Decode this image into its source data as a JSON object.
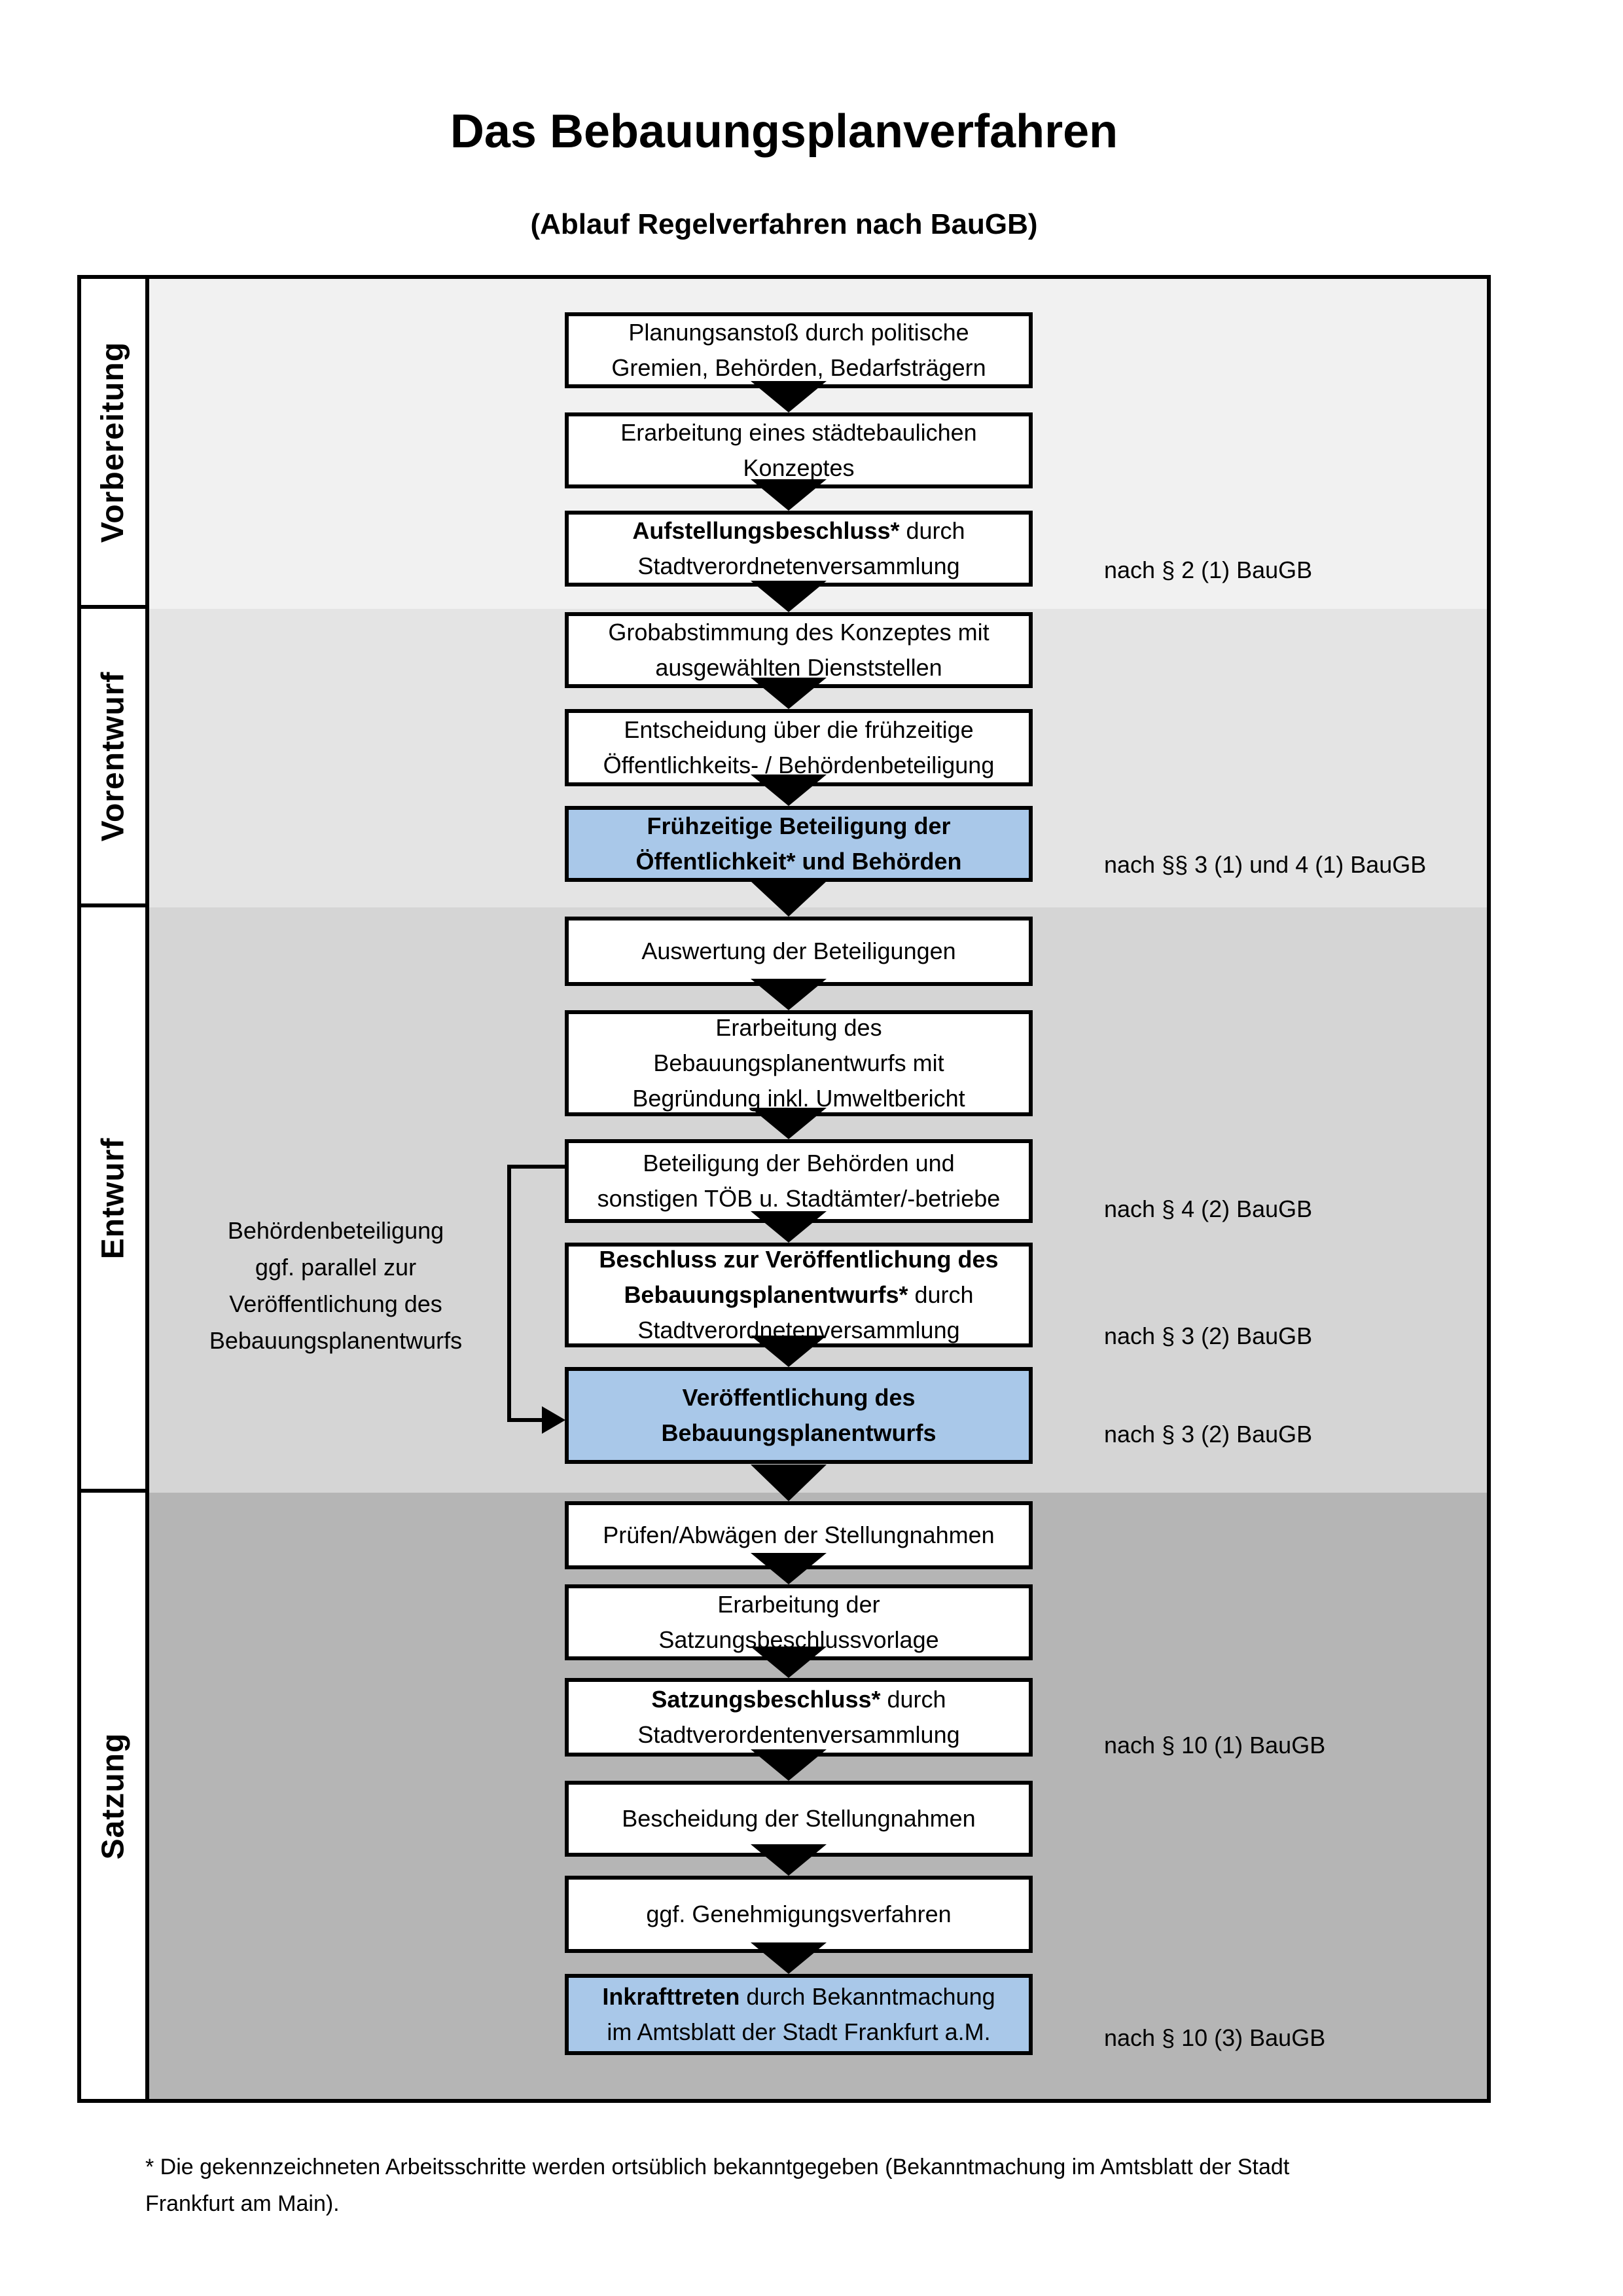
{
  "title": "Das Bebauungsplanverfahren",
  "subtitle": "(Ablauf Regelverfahren nach BauGB)",
  "colors": {
    "highlight_box": "#a9c8e9",
    "phase_backgrounds": [
      "#f1f1f1",
      "#e4e4e4",
      "#d5d5d5",
      "#b5b5b5"
    ],
    "box_border": "#000000"
  },
  "phases": [
    {
      "label": "Vorbereitung"
    },
    {
      "label": "Vorentwurf"
    },
    {
      "label": "Entwurf"
    },
    {
      "label": "Satzung"
    }
  ],
  "boxes": {
    "b1": {
      "l1": "Planungsanstoß durch politische",
      "l2": "Gremien, Behörden, Bedarfsträgern"
    },
    "b2": {
      "l1": "Erarbeitung eines städtebaulichen",
      "l2": "Konzeptes"
    },
    "b3": {
      "l1_bold": "Aufstellungsbeschluss*",
      "l1_rest": " durch",
      "l2": "Stadtverordnetenversammlung"
    },
    "b4": {
      "l1": "Grobabstimmung des Konzeptes mit",
      "l2": "ausgewählten Dienststellen"
    },
    "b5": {
      "l1": "Entscheidung über die frühzeitige",
      "l2": "Öffentlichkeits- / Behördenbeteiligung"
    },
    "b6": {
      "l1": "Frühzeitige Beteiligung der",
      "l2": "Öffentlichkeit* und Behörden"
    },
    "b7": {
      "l1": "Auswertung der Beteiligungen"
    },
    "b8": {
      "l1": "Erarbeitung des",
      "l2": "Bebauungsplanentwurfs mit",
      "l3": "Begründung inkl. Umweltbericht"
    },
    "b9": {
      "l1": "Beteiligung der Behörden und",
      "l2": "sonstigen TÖB u. Stadtämter/-betriebe"
    },
    "b10": {
      "l1": "Beschluss zur Veröffentlichung des",
      "l2_bold": "Bebauungsplanentwurfs*",
      "l2_rest": " durch",
      "l3": "Stadtverordnetenversammlung"
    },
    "b11": {
      "l1": "Veröffentlichung des",
      "l2": "Bebauungsplanentwurfs"
    },
    "b12": {
      "l1": "Prüfen/Abwägen der Stellungnahmen"
    },
    "b13": {
      "l1": "Erarbeitung der",
      "l2": "Satzungsbeschlussvorlage"
    },
    "b14": {
      "l1_bold": "Satzungsbeschluss*",
      "l1_rest": " durch",
      "l2": "Stadtverordentenversammlung"
    },
    "b15": {
      "l1": "Bescheidung der Stellungnahmen"
    },
    "b16": {
      "l1": "ggf. Genehmigungsverfahren"
    },
    "b17": {
      "l1_bold": "Inkrafttreten",
      "l1_rest": " durch Bekanntmachung",
      "l2": "im Amtsblatt der Stadt Frankfurt a.M."
    }
  },
  "legal_refs": {
    "r1": "nach § 2 (1) BauGB",
    "r2": "nach §§ 3 (1) und 4 (1) BauGB",
    "r3": "nach § 4 (2) BauGB",
    "r4": "nach § 3 (2) BauGB",
    "r5": "nach § 3 (2) BauGB",
    "r6": "nach § 10 (1) BauGB",
    "r7": "nach § 10 (3) BauGB"
  },
  "side_note": {
    "l1": "Behördenbeteiligung",
    "l2": "ggf. parallel zur",
    "l3": "Veröffentlichung des",
    "l4": "Bebauungsplanentwurfs"
  },
  "footnote": {
    "l1": "* Die gekennzeichneten Arbeitsschritte werden ortsüblich bekanntgegeben (Bekanntmachung im Amtsblatt  der Stadt",
    "l2": "Frankfurt am Main)."
  }
}
